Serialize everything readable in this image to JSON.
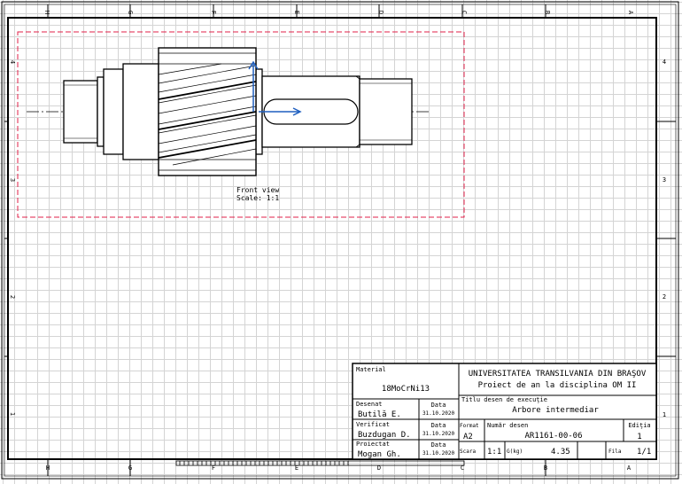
{
  "zones": {
    "top_letters": [
      "H",
      "G",
      "F",
      "E",
      "D",
      "C",
      "B",
      "A"
    ],
    "bottom_letters": [
      "H",
      "G",
      "F",
      "E",
      "D",
      "C",
      "B",
      "A"
    ],
    "side_numbers": [
      "4",
      "3",
      "2",
      "1"
    ]
  },
  "view": {
    "label": "Front view",
    "scale": "Scale:  1:1"
  },
  "title_block": {
    "material_label": "Material",
    "material": "18MoCrNi13",
    "university": "UNIVERSITATEA TRANSILVANIA DIN BRAŞOV",
    "project": "Proiect de an la disciplina OM II",
    "drawing_title_label": "Titlu desen de execuţie",
    "drawing_title": "Arbore intermediar",
    "drawn_label": "Desenat",
    "drawn_by": "Butilă E.",
    "date_label": "Data",
    "drawn_date": "31.10.2020",
    "checked_label": "Verificat",
    "checked_by": "Buzdugan D.",
    "checked_date": "31.10.2020",
    "designed_label": "Proiectat",
    "designed_by": "Mogan Gh.",
    "designed_date": "31.10.2020",
    "format_label": "Format",
    "format": "A2",
    "drawing_no_label": "Număr desen",
    "drawing_no": "AR1161-00-06",
    "edition_label": "Ediţia",
    "edition": "1",
    "scale_label": "Scara",
    "scale": "1:1",
    "weight_label": "G(kg)",
    "weight": "4.35",
    "sheet_label": "Fila",
    "sheet": "1/1"
  },
  "colors": {
    "line": "#000000",
    "grid": "#d4d4d4",
    "view_frame": "#e0204a",
    "section_marker": "#1f5fbf"
  }
}
